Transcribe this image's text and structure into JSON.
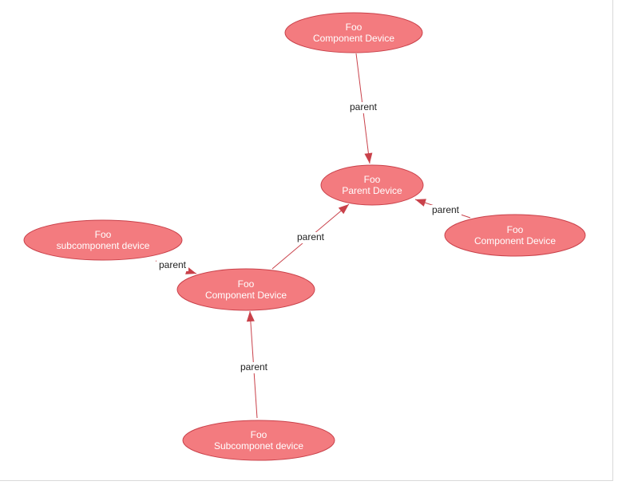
{
  "graph": {
    "colors": {
      "node_fill": "#f37b7f",
      "node_stroke": "#c9414a",
      "edge": "#c9414a",
      "node_text": "#ffffff",
      "edge_label": "#222222"
    },
    "nodes": [
      {
        "id": "top-component",
        "line1": "Foo",
        "line2": "Component Device"
      },
      {
        "id": "parent",
        "line1": "Foo",
        "line2": "Parent Device"
      },
      {
        "id": "right-component",
        "line1": "Foo",
        "line2": "Component Device"
      },
      {
        "id": "left-subcomponent",
        "line1": "Foo",
        "line2": "subcomponent device"
      },
      {
        "id": "center-component",
        "line1": "Foo",
        "line2": "Component Device"
      },
      {
        "id": "bottom-subcomponet",
        "line1": "Foo",
        "line2": "Subcomponet device"
      }
    ],
    "edges": [
      {
        "from": "top-component",
        "to": "parent",
        "label": "parent"
      },
      {
        "from": "right-component",
        "to": "parent",
        "label": "parent"
      },
      {
        "from": "center-component",
        "to": "parent",
        "label": "parent"
      },
      {
        "from": "left-subcomponent",
        "to": "center-component",
        "label": "parent"
      },
      {
        "from": "bottom-subcomponet",
        "to": "center-component",
        "label": "parent"
      }
    ]
  }
}
